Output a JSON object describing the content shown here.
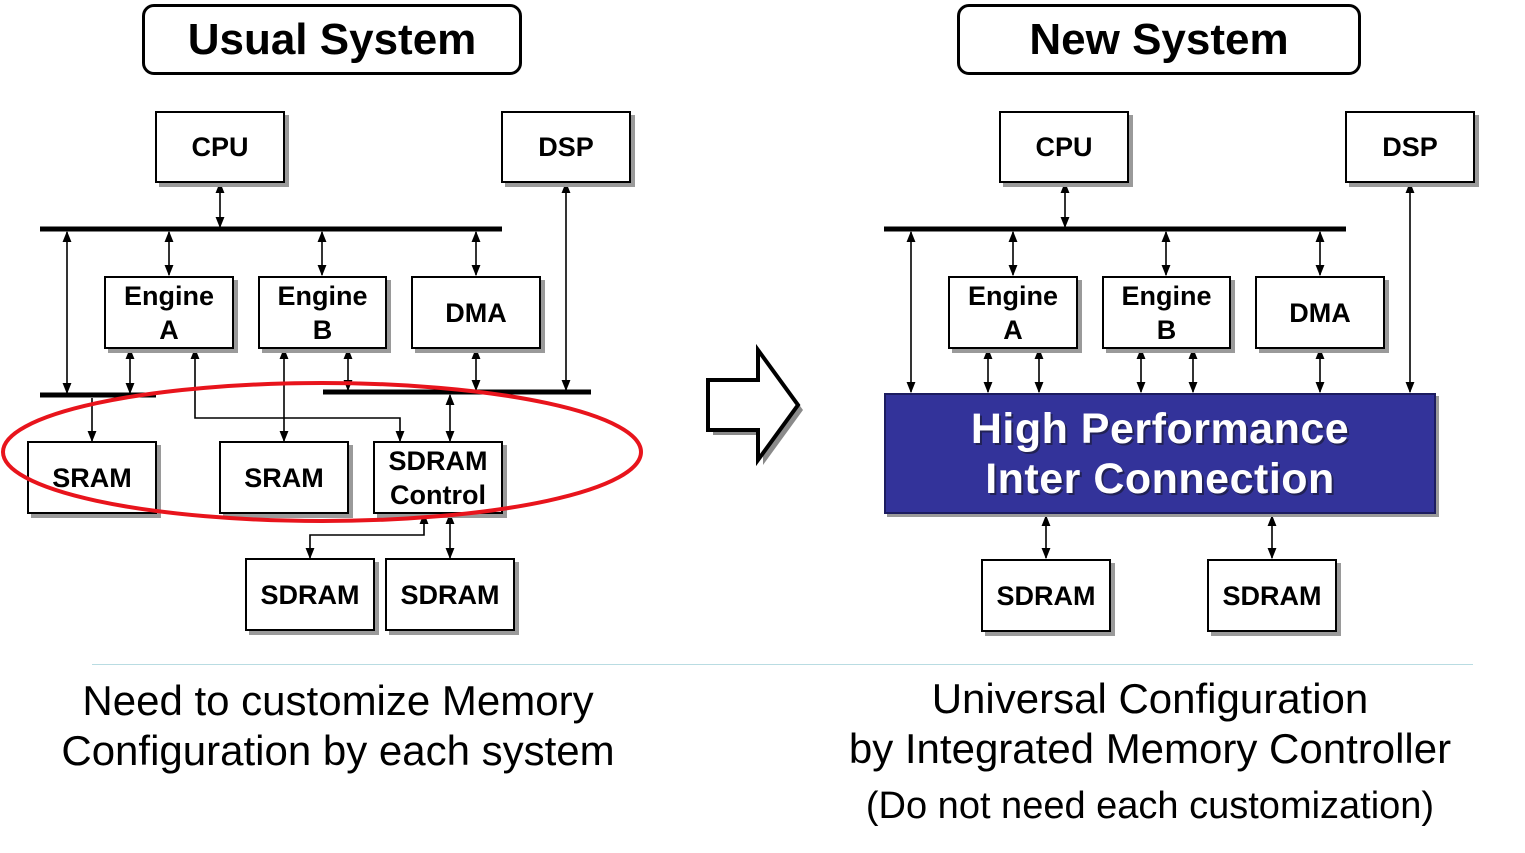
{
  "usual": {
    "title": "Usual System",
    "cpu": "CPU",
    "dsp": "DSP",
    "engine_a": "Engine\nA",
    "engine_b": "Engine\nB",
    "dma": "DMA",
    "sram1": "SRAM",
    "sram2": "SRAM",
    "sdram_control": "SDRAM\nControl",
    "sdram1": "SDRAM",
    "sdram2": "SDRAM",
    "caption_line1": "Need to customize Memory",
    "caption_line2": "Configuration by each system"
  },
  "new": {
    "title": "New System",
    "cpu": "CPU",
    "dsp": "DSP",
    "engine_a": "Engine\nA",
    "engine_b": "Engine\nB",
    "dma": "DMA",
    "interconnect": "High Performance\nInter Connection",
    "sdram1": "SDRAM",
    "sdram2": "SDRAM",
    "caption_line1": "Universal Configuration",
    "caption_line2": "by Integrated Memory Controller",
    "caption_line3": "(Do not need each customization)"
  },
  "colors": {
    "interconnect_fill": "#33339a",
    "highlight_ellipse": "#e8141c",
    "divider": "#b9dce2",
    "shadow": "#9a9a9a"
  }
}
